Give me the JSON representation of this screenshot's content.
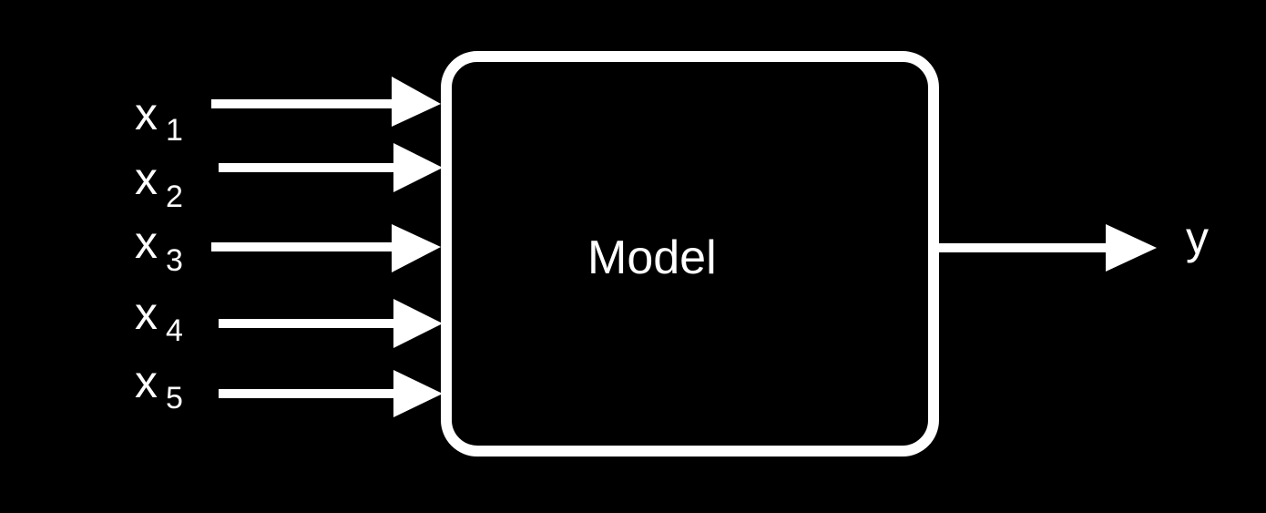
{
  "diagram": {
    "block_label": "Model",
    "inputs": [
      {
        "base": "x",
        "sub": "1"
      },
      {
        "base": "x",
        "sub": "2"
      },
      {
        "base": "x",
        "sub": "3"
      },
      {
        "base": "x",
        "sub": "4"
      },
      {
        "base": "x",
        "sub": "5"
      }
    ],
    "output": "y",
    "colors": {
      "background": "#000000",
      "foreground": "#ffffff"
    }
  }
}
